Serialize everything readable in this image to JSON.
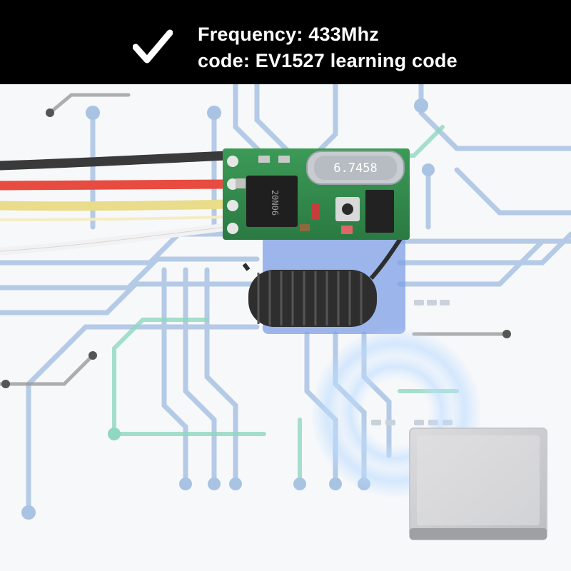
{
  "banner": {
    "icon": "check-icon",
    "line1": "Frequency: 433Mhz",
    "line2": "code: EV1527 learning code"
  },
  "module": {
    "crystal_label": "6.7458",
    "chip_label": "20N06"
  },
  "colors": {
    "banner_bg": "#000000",
    "banner_text": "#ffffff",
    "pcb_green": "#2f8a4a",
    "trace_blue": "#8fb1d8",
    "trace_teal": "#6fcfb3",
    "trace_gray": "#9a9a9a"
  }
}
